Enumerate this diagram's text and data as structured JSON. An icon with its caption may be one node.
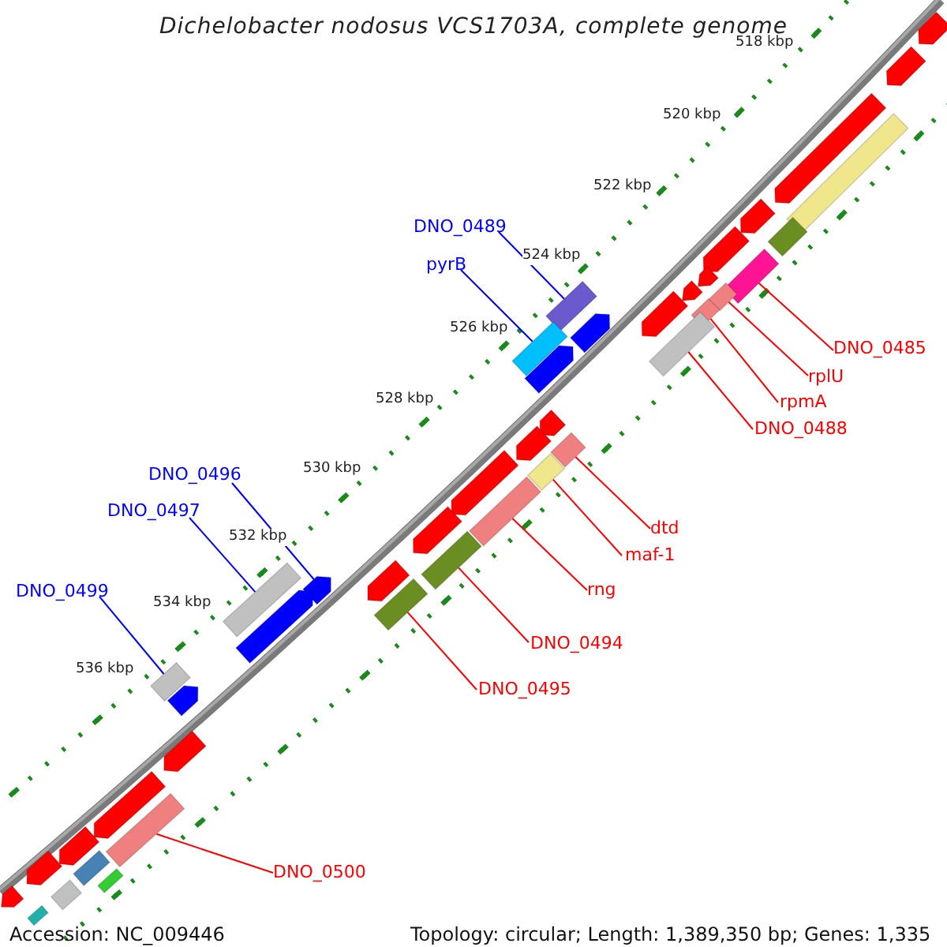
{
  "diagram": {
    "title": "Dichelobacter nodosus VCS1703A, complete genome",
    "nodes": [
      {
        "text": [
          "DNO_0489"
        ]
      },
      {
        "text": [],
        "shape": "box"
      },
      {
        "text": [
          "pyrB"
        ]
      },
      {
        "text": [],
        "shape": "box"
      },
      {
        "text": [
          "DNO_0485"
        ]
      },
      {
        "text": [],
        "shape": "box"
      },
      {
        "text": [
          "rplU"
        ]
      },
      {
        "text": [],
        "shape": "box"
      },
      {
        "text": [
          "rpmA"
        ]
      },
      {
        "text": [],
        "shape": "box"
      },
      {
        "text": [
          "DNO_0488"
        ]
      },
      {
        "text": [],
        "shape": "box"
      },
      {
        "text": [
          "DNO_0496"
        ]
      },
      {
        "text": [],
        "shape": "arrow"
      },
      {
        "text": [
          "DNO_0497"
        ]
      },
      {
        "text": [],
        "shape": "box"
      },
      {
        "text": [
          "dtd"
        ]
      },
      {
        "text": [],
        "shape": "box"
      },
      {
        "text": [
          "maf-1"
        ]
      },
      {
        "text": [],
        "shape": "box"
      },
      {
        "text": [
          "rng"
        ]
      },
      {
        "text": [],
        "shape": "box"
      },
      {
        "text": [
          "DNO_0499"
        ]
      },
      {
        "text": [],
        "shape": "box"
      },
      {
        "text": [
          "DNO_0494"
        ]
      },
      {
        "text": [],
        "shape": "box"
      },
      {
        "text": [
          "DNO_0495"
        ]
      },
      {
        "text": [],
        "shape": "box"
      },
      {
        "text": [
          "DNO_0500"
        ]
      },
      {
        "text": [],
        "shape": "box"
      },
      {
        "text": [],
        "shape": "arrow"
      },
      {
        "text": [],
        "shape": "arrow"
      },
      {
        "text": [],
        "shape": "arrow"
      },
      {
        "text": [],
        "shape": "box"
      },
      {
        "text": [],
        "shape": "arrow"
      },
      {
        "text": [],
        "shape": "box"
      },
      {
        "text": [],
        "shape": "arrow"
      },
      {
        "text": [],
        "shape": "arrow"
      },
      {
        "text": [],
        "shape": "arrow"
      },
      {
        "text": [],
        "shape": "arrow"
      },
      {
        "text": [],
        "shape": "arrow"
      },
      {
        "text": [],
        "shape": "arrow"
      },
      {
        "text": [],
        "shape": "arrow"
      },
      {
        "text": [],
        "shape": "arrow"
      },
      {
        "text": [],
        "shape": "arrow"
      },
      {
        "text": [],
        "shape": "arrow"
      },
      {
        "text": [],
        "shape": "arrow"
      },
      {
        "text": [],
        "shape": "arrow"
      },
      {
        "text": [],
        "shape": "arrow"
      },
      {
        "text": [],
        "shape": "arrow"
      },
      {
        "text": [],
        "shape": "arrow"
      },
      {
        "text": [],
        "shape": "arrow"
      },
      {
        "text": [],
        "shape": "box"
      },
      {
        "text": [],
        "shape": "box"
      },
      {
        "text": [],
        "shape": "arrow"
      },
      {
        "text": [],
        "shape": "box"
      },
      {
        "text": [],
        "shape": "arrow"
      },
      {
        "text": [],
        "shape": "box"
      }
    ],
    "edges": [
      {
        "from": 0,
        "to": 1,
        "arrow": "none",
        "color": "#0000ff"
      },
      {
        "from": 2,
        "to": 3,
        "arrow": "none",
        "color": "#0000ff"
      },
      {
        "from": 4,
        "to": 5,
        "arrow": "none"
      },
      {
        "from": 6,
        "to": 7,
        "arrow": "none"
      },
      {
        "from": 8,
        "to": 9,
        "arrow": "none"
      },
      {
        "from": 10,
        "to": 11,
        "arrow": "none"
      },
      {
        "from": 12,
        "to": 13,
        "arrow": "none",
        "color": "#0000ff"
      },
      {
        "from": 14,
        "to": 15,
        "arrow": "none",
        "color": "#0000ff"
      },
      {
        "from": 16,
        "to": 17,
        "arrow": "none"
      },
      {
        "from": 18,
        "to": 19,
        "arrow": "none"
      },
      {
        "from": 20,
        "to": 21,
        "arrow": "none"
      },
      {
        "from": 22,
        "to": 23,
        "arrow": "none",
        "color": "#0000ff"
      },
      {
        "from": 24,
        "to": 25,
        "arrow": "none"
      },
      {
        "from": 26,
        "to": 27,
        "arrow": "none"
      },
      {
        "from": 28,
        "to": 29,
        "arrow": "none"
      }
    ],
    "labels": [
      "518 kbp",
      "520 kbp",
      "522 kbp",
      "524 kbp",
      "526 kbp",
      "528 kbp",
      "530 kbp",
      "532 kbp",
      "534 kbp",
      "536 kbp",
      "Accession: NC_009446",
      "Topology: circular; Length: 1,389,350 bp; Genes: 1,335"
    ]
  }
}
